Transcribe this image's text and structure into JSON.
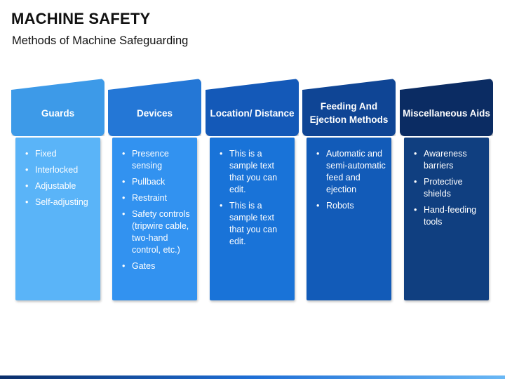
{
  "title": "MACHINE SAFETY",
  "subtitle": "Methods of Machine Safeguarding",
  "columns": [
    {
      "heading": "Guards",
      "header_color": "#3d9ae8",
      "body_color": "#5ab4f8",
      "items": [
        "Fixed",
        "Interlocked",
        "Adjustable",
        "Self-adjusting"
      ]
    },
    {
      "heading": "Devices",
      "header_color": "#2477d6",
      "body_color": "#3292f0",
      "items": [
        "Presence sensing",
        "Pullback",
        "Restraint",
        "Safety controls (tripwire cable, two-hand control, etc.)",
        "Gates"
      ]
    },
    {
      "heading": "Location/ Distance",
      "header_color": "#1459b8",
      "body_color": "#1973d8",
      "items": [
        "This is a sample text that you can edit.",
        "This is a sample text that you can edit."
      ]
    },
    {
      "heading": "Feeding And Ejection Methods",
      "header_color": "#0f4595",
      "body_color": "#125bb8",
      "items": [
        "Automatic and semi-automatic feed and ejection",
        "Robots"
      ]
    },
    {
      "heading": "Miscellaneous Aids",
      "header_color": "#0b2c63",
      "body_color": "#103f80",
      "items": [
        "Awareness barriers",
        "Protective shields",
        "Hand-feeding tools"
      ]
    }
  ]
}
